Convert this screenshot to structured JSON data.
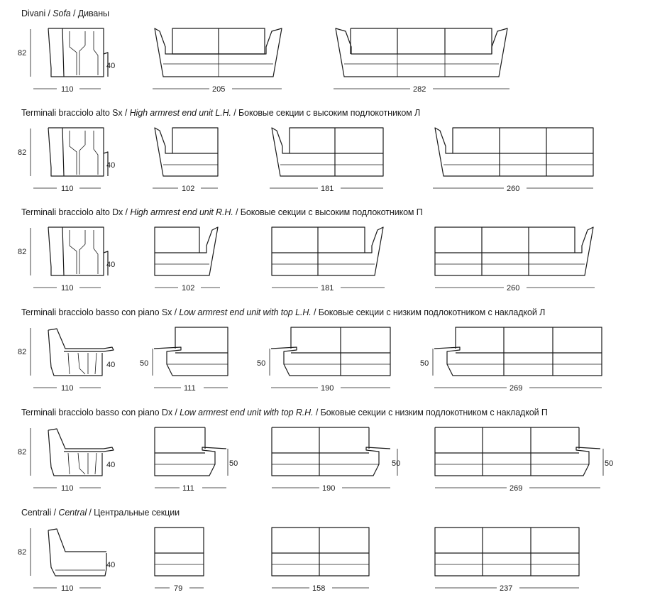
{
  "sections": [
    {
      "it": "Divani / ",
      "en": "Sofa",
      "ru": " / Диваны",
      "side": {
        "h": "82",
        "seat": "40",
        "d": "110"
      },
      "items": [
        {
          "w": "205"
        },
        {
          "w": "282"
        }
      ]
    },
    {
      "it": "Terminali bracciolo alto Sx / ",
      "en": "High armrest end unit L.H.",
      "ru": " / Боковые секции с высоким подлокотником Л",
      "side": {
        "h": "82",
        "seat": "40",
        "d": "110"
      },
      "items": [
        {
          "w": "102"
        },
        {
          "w": "181"
        },
        {
          "w": "260"
        }
      ]
    },
    {
      "it": "Terminali bracciolo alto Dx / ",
      "en": "High armrest end unit R.H.",
      "ru": " / Боковые секции с высоким подлокотником П",
      "side": {
        "h": "82",
        "seat": "40",
        "d": "110"
      },
      "items": [
        {
          "w": "102"
        },
        {
          "w": "181"
        },
        {
          "w": "260"
        }
      ]
    },
    {
      "it": "Terminali bracciolo basso con piano Sx / ",
      "en": "Low armrest end unit with top L.H.",
      "ru": " / Боковые секции с низким подлокотником с накладкой Л",
      "side": {
        "h": "82",
        "seat": "40",
        "d": "110"
      },
      "items": [
        {
          "w": "111",
          "arm": "50"
        },
        {
          "w": "190",
          "arm": "50"
        },
        {
          "w": "269",
          "arm": "50"
        }
      ]
    },
    {
      "it": "Terminali bracciolo basso con piano Dx / ",
      "en": "Low armrest end unit with top R.H.",
      "ru": " / Боковые секции с низким подлокотником с накладкой П",
      "side": {
        "h": "82",
        "seat": "40",
        "d": "110"
      },
      "items": [
        {
          "w": "111",
          "arm": "50"
        },
        {
          "w": "190",
          "arm": "50"
        },
        {
          "w": "269",
          "arm": "50"
        }
      ]
    },
    {
      "it": "Centrali / ",
      "en": "Central",
      "ru": " / Центральные секции",
      "side": {
        "h": "82",
        "seat": "40",
        "d": "110"
      },
      "items": [
        {
          "w": "79"
        },
        {
          "w": "158"
        },
        {
          "w": "237"
        }
      ]
    }
  ]
}
